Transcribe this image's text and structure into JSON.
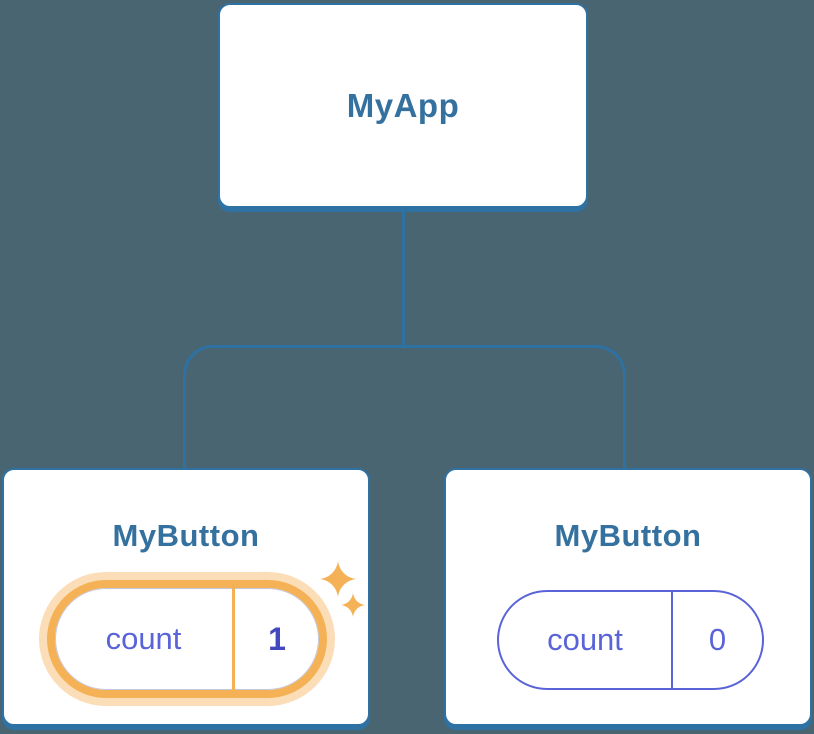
{
  "diagram": {
    "description": "React component tree diagram",
    "root": {
      "label": "MyApp"
    },
    "children": [
      {
        "label": "MyButton",
        "state": {
          "name": "count",
          "value": "1"
        },
        "highlighted": true,
        "icons": [
          "sparkle-icon-large",
          "sparkle-icon-small"
        ]
      },
      {
        "label": "MyButton",
        "state": {
          "name": "count",
          "value": "0"
        },
        "highlighted": false
      }
    ]
  },
  "colors": {
    "bg": "#4A6572",
    "line": "#2E71A3",
    "nodeText": "#35719F",
    "purple": "#5A64D8",
    "purpleBold": "#4348BF",
    "orange": "#F5B156"
  }
}
